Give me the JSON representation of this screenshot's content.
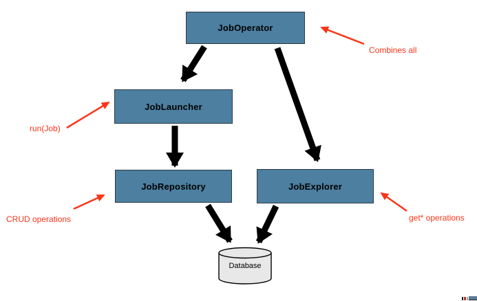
{
  "diagram": {
    "nodes": [
      {
        "id": "joboperator",
        "label": "JobOperator"
      },
      {
        "id": "joblauncher",
        "label": "JobLauncher"
      },
      {
        "id": "jobrepository",
        "label": "JobRepository"
      },
      {
        "id": "jobexplorer",
        "label": "JobExplorer"
      }
    ],
    "database": {
      "label": "Database"
    },
    "annotations": [
      {
        "id": "combines-all",
        "label": "Combines all"
      },
      {
        "id": "run-job",
        "label": "run(Job)"
      },
      {
        "id": "crud-operations",
        "label": "CRUD operations"
      },
      {
        "id": "get-operations",
        "label": "get* operations"
      }
    ],
    "edges": [
      {
        "from": "JobOperator",
        "to": "JobLauncher"
      },
      {
        "from": "JobOperator",
        "to": "JobExplorer"
      },
      {
        "from": "JobLauncher",
        "to": "JobRepository"
      },
      {
        "from": "JobRepository",
        "to": "Database"
      },
      {
        "from": "JobExplorer",
        "to": "Database"
      }
    ],
    "colors": {
      "node_fill": "#4C7FA0",
      "node_border": "#2e3a42",
      "node_text": "#000000",
      "annotation_red": "#fa3419",
      "arrow_black": "#000000",
      "database_fill": "#e8e8e8",
      "background": "#ffffff"
    },
    "footer_mark": "cropped-logo-fragment"
  }
}
